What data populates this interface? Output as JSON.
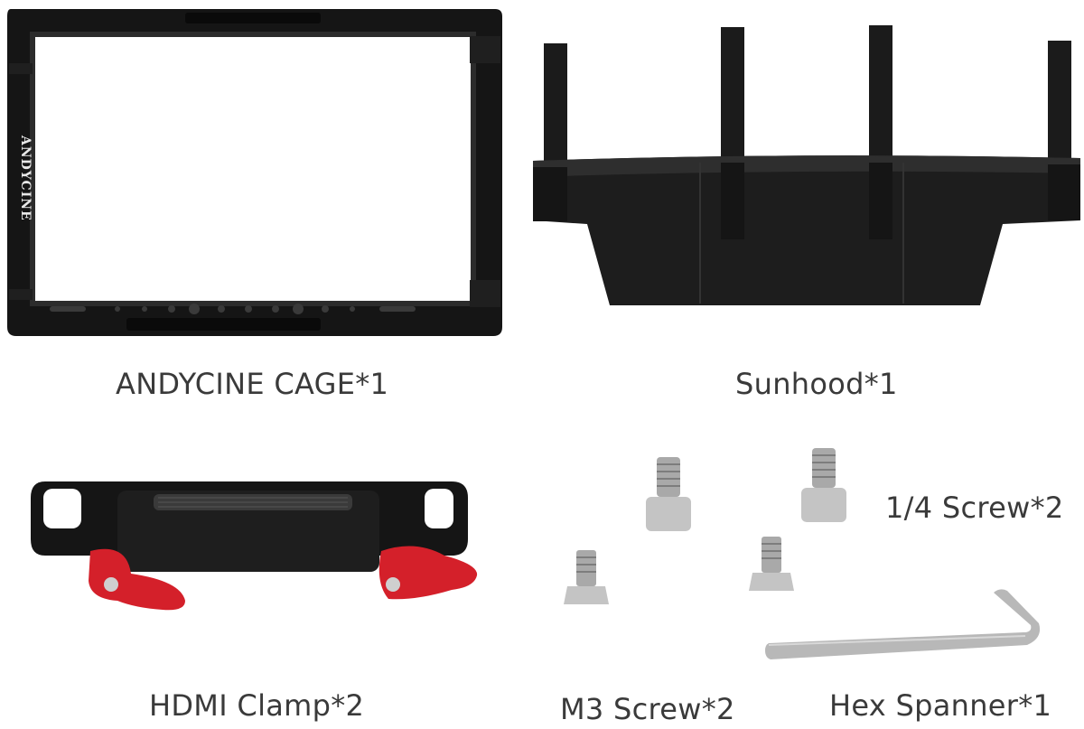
{
  "products": {
    "cage": {
      "caption": "ANDYCINE CAGE*1",
      "brand_text": "ANDYCINE",
      "icon": "monitor-cage"
    },
    "sunhood": {
      "caption": "Sunhood*1",
      "icon": "sunhood"
    },
    "hdmi_clamp": {
      "caption": "HDMI Clamp*2",
      "icon": "hdmi-clamp"
    },
    "quarter_screw": {
      "caption": "1/4 Screw*2",
      "icon": "quarter-inch-screw"
    },
    "m3_screw": {
      "caption": "M3 Screw*2",
      "icon": "m3-screw"
    },
    "hex_spanner": {
      "caption": "Hex Spanner*1",
      "icon": "hex-key"
    }
  },
  "colors": {
    "metal_black": "#151515",
    "fabric_black": "#1b1b1b",
    "red_knob": "#d4202a",
    "steel": "#b8b8b8",
    "caption_text": "#3a3a3a"
  }
}
